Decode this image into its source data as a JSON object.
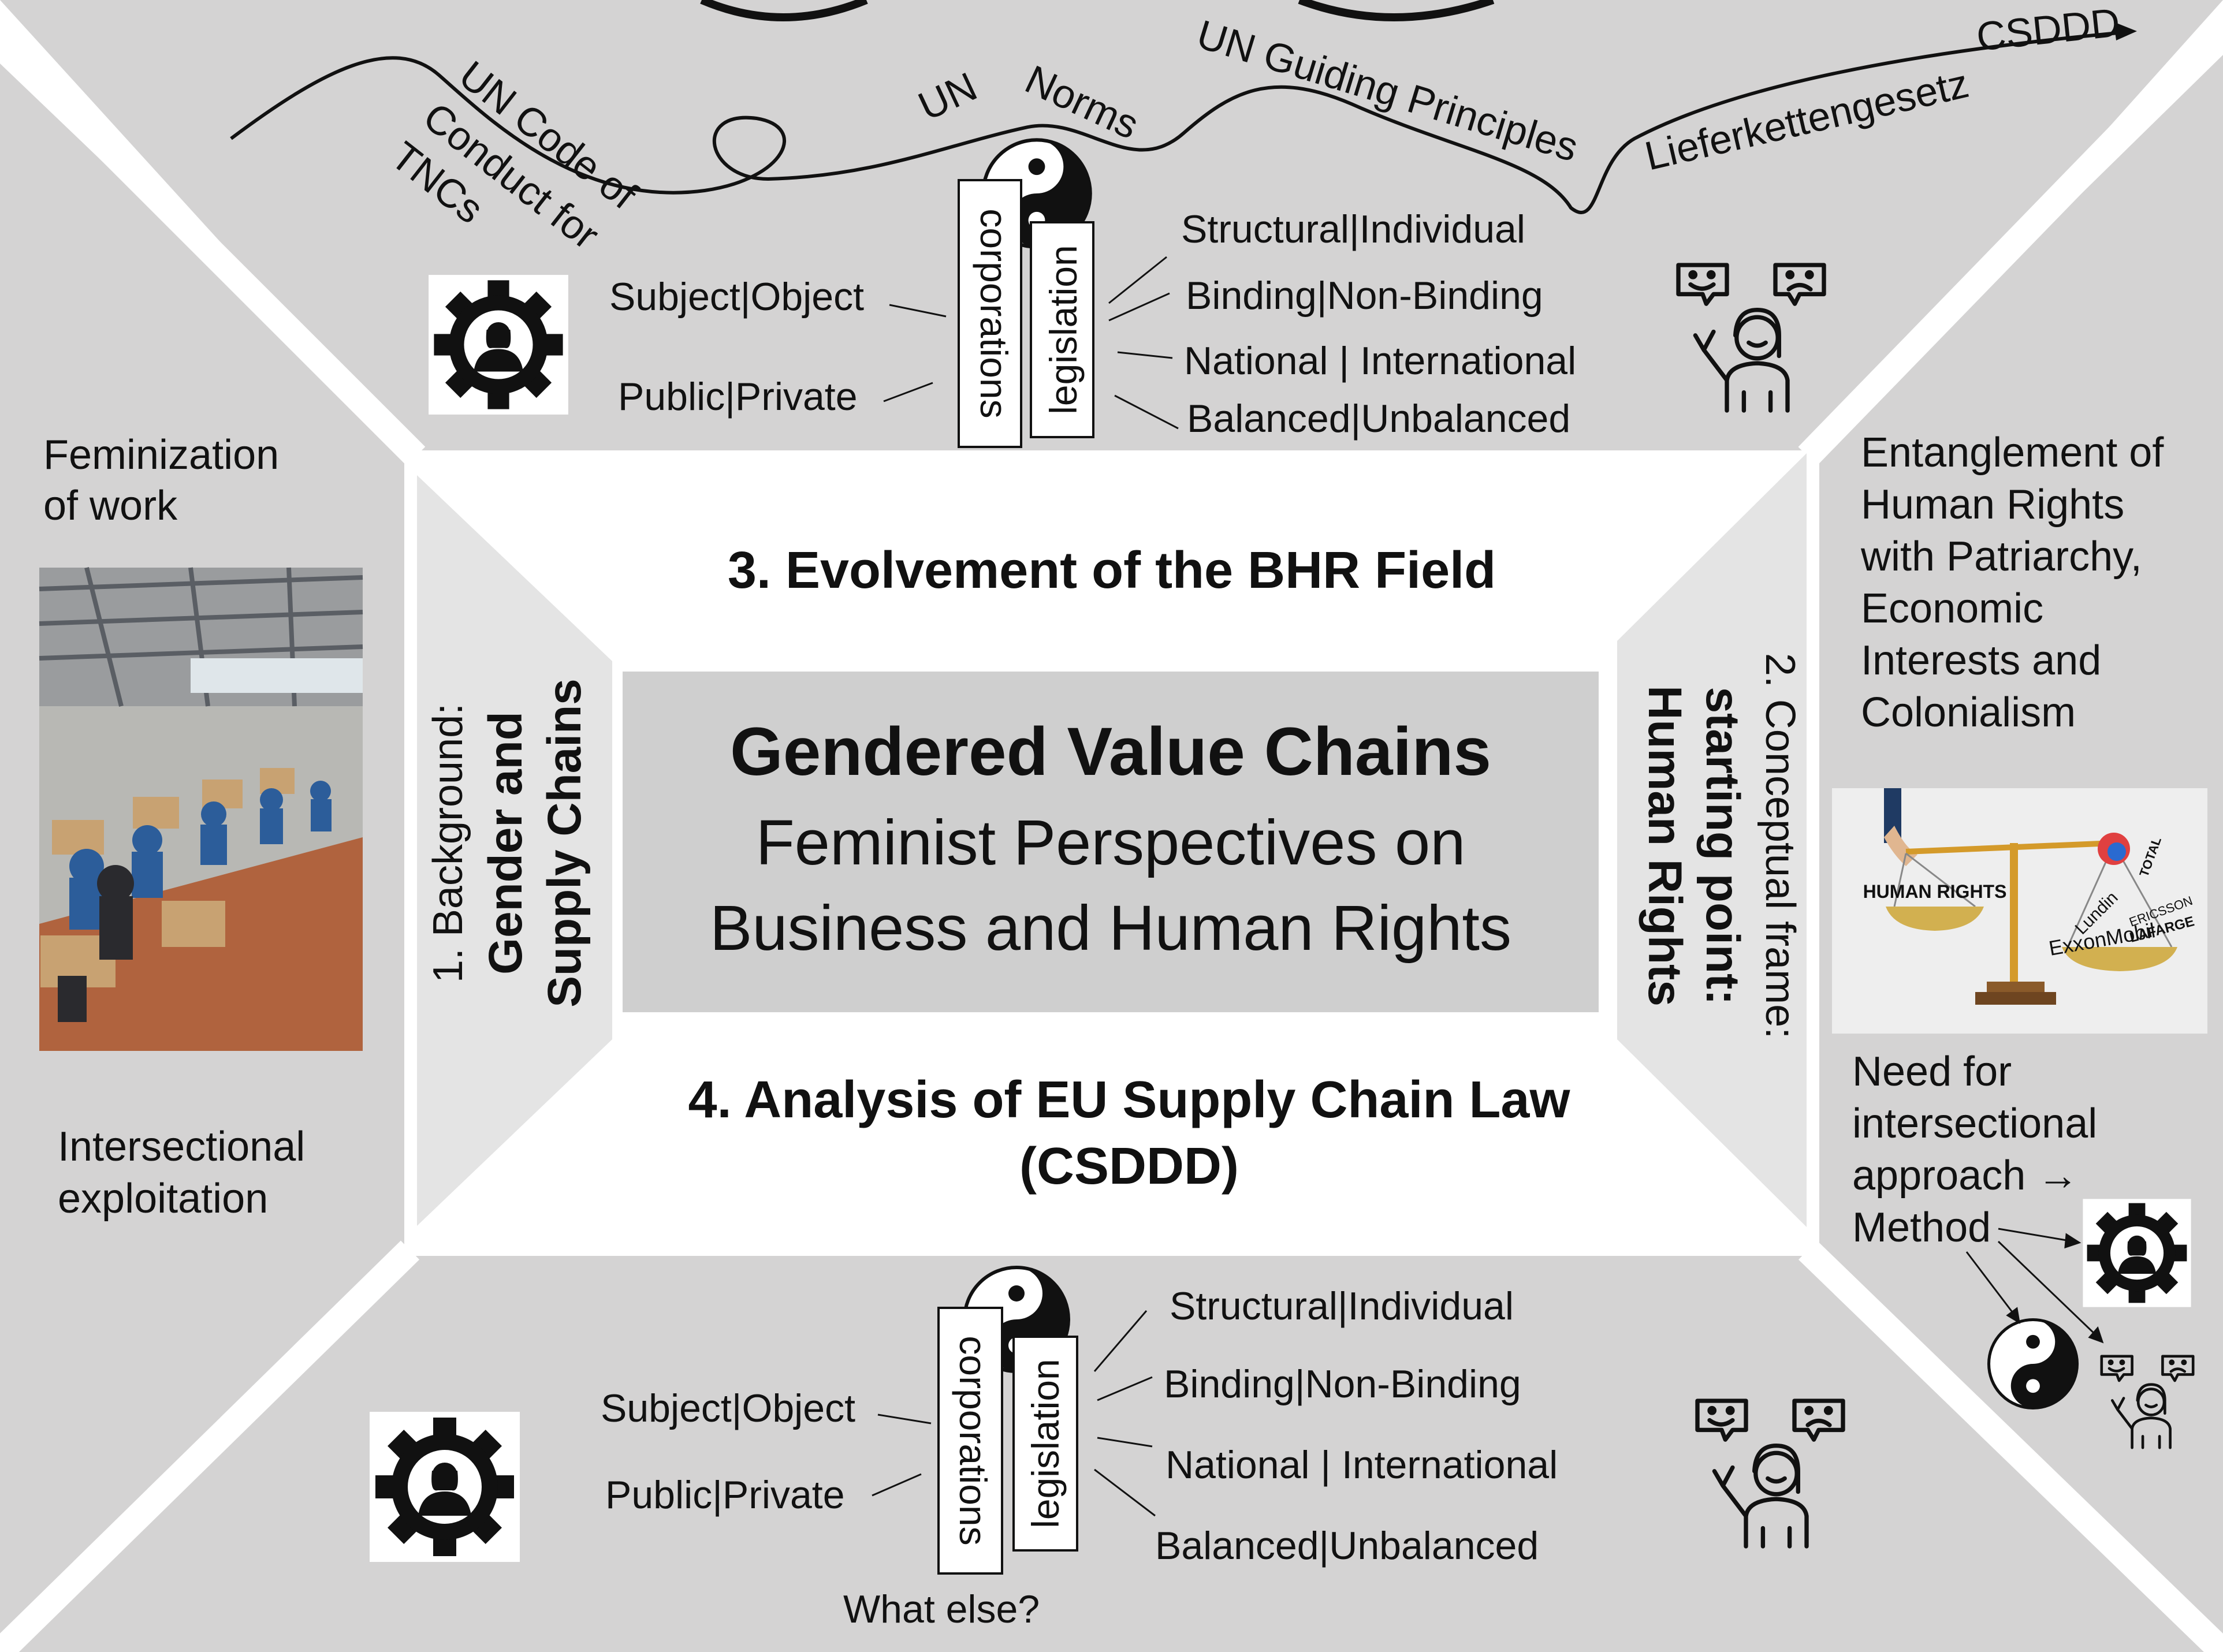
{
  "colors": {
    "panel": "#d4d3d3",
    "inner_panel": "#e4e4e4",
    "center_box": "#cfcfcf",
    "text": "#111111"
  },
  "center": {
    "title": "Gendered Value Chains",
    "subtitle_line1": "Feminist Perspectives on",
    "subtitle_line2": "Business and Human Rights"
  },
  "sections": {
    "s3": "3. Evolvement of the BHR Field",
    "s4_line1": "4. Analysis of EU Supply Chain Law",
    "s4_line2": "(CSDDD)",
    "s1_line1": "1. Background:",
    "s1_line2": "Gender and",
    "s1_line3": "Supply Chains",
    "s2_line1": "2. Conceptual frame:",
    "s2_line2": "starting point:",
    "s2_line3": "Human Rights"
  },
  "timeline": {
    "un_code_line1": "UN Code of",
    "un_code_line2": "Conduct for",
    "un_code_line3": "TNCs",
    "un": "UN",
    "norms": "Norms",
    "guiding": "UN Guiding Principles",
    "lieferketten": "Lieferkettengesetz",
    "csddd": "CSDDD"
  },
  "top": {
    "left_labels": [
      "Subject|Object",
      "Public|Private"
    ],
    "tags": [
      "corporations",
      "legislation"
    ],
    "right_labels": [
      "Structural|Individual",
      "Binding|Non-Binding",
      "National | International",
      "Balanced|Unbalanced"
    ]
  },
  "bottom": {
    "left_labels": [
      "Subject|Object",
      "Public|Private"
    ],
    "tags": [
      "corporations",
      "legislation"
    ],
    "right_labels": [
      "Structural|Individual",
      "Binding|Non-Binding",
      "National | International",
      "Balanced|Unbalanced"
    ],
    "what_else": "What else?"
  },
  "left": {
    "feminization_line1": "Feminization",
    "feminization_line2": "of work",
    "intersectional_line1": "Intersectional",
    "intersectional_line2": "exploitation"
  },
  "right": {
    "entanglement": [
      "Entanglement of",
      "Human Rights",
      "with Patriarchy,",
      "Economic",
      "Interests  and",
      "Colonialism"
    ],
    "need": [
      "Need for",
      "intersectional",
      "approach →",
      "Method"
    ],
    "scale_left_logo": "HUMAN RIGHTS",
    "scale_right_logos": [
      "TOTAL",
      "Lundin",
      "ERICSSON",
      "LAFARGE",
      "ExxonMobil"
    ]
  },
  "icons": [
    "gear-woman-icon",
    "yin-yang-icon",
    "masks-person-icon"
  ]
}
